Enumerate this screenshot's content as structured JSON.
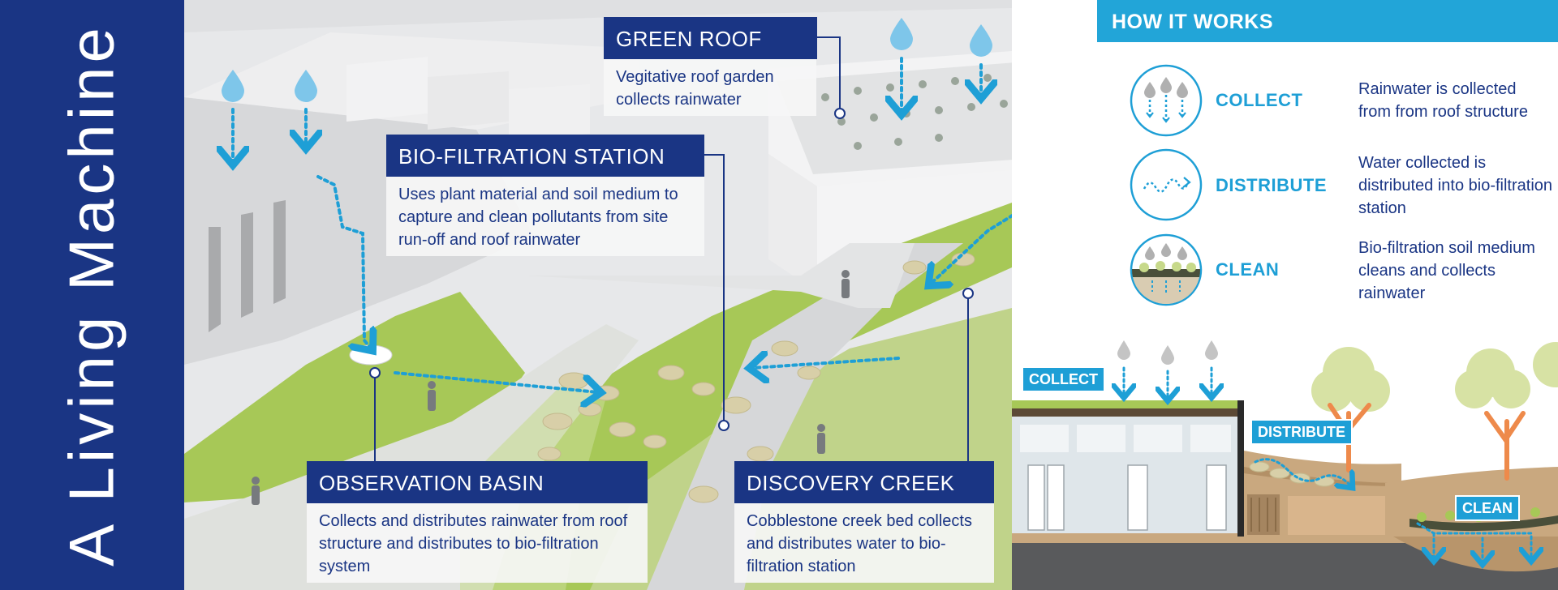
{
  "side_title": "A Living Machine",
  "callouts": {
    "green_roof": {
      "title": "GREEN ROOF",
      "text": "Vegitative roof garden collects rainwater"
    },
    "bio_filtration": {
      "title": "BIO-FILTRATION STATION",
      "text": "Uses plant material and soil medium to capture and clean pollutants from site run-off and roof rainwater"
    },
    "observation_basin": {
      "title": "OBSERVATION BASIN",
      "text": "Collects and distributes rainwater from roof structure and distributes to bio-filtration system"
    },
    "discovery_creek": {
      "title": "DISCOVERY CREEK",
      "text": "Cobblestone creek bed collects and distributes water to bio-filtration station"
    }
  },
  "how_it_works": {
    "title": "HOW IT WORKS",
    "steps": [
      {
        "label": "COLLECT",
        "text": "Rainwater is collected from from roof structure",
        "icon": "rain-collect-icon"
      },
      {
        "label": "DISTRIBUTE",
        "text": "Water collected is distributed into bio-filtration station",
        "icon": "wave-distribute-icon"
      },
      {
        "label": "CLEAN",
        "text": "Bio-filtration soil medium cleans and collects rainwater",
        "icon": "soil-clean-icon"
      }
    ]
  },
  "section_tags": {
    "collect": "COLLECT",
    "distribute": "DISTRIBUTE",
    "clean": "CLEAN"
  },
  "colors": {
    "navy": "#1a3584",
    "blue": "#1e9fd6",
    "drop": "#7ec6ea",
    "grass": "#a7c857",
    "soil": "#c9a87f"
  }
}
